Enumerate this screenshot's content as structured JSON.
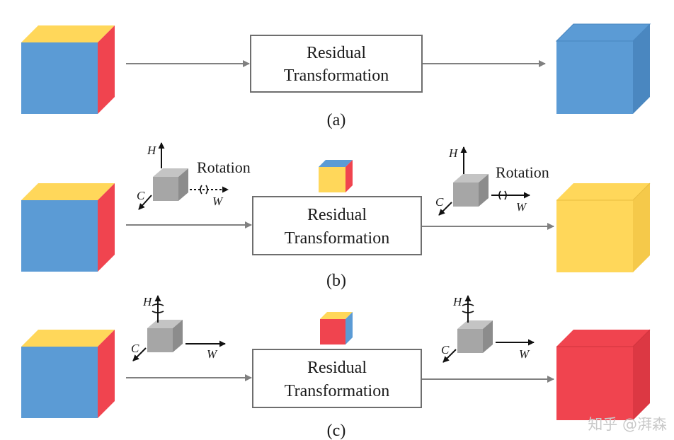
{
  "colors": {
    "blue": "#5b9bd5",
    "red": "#f0444f",
    "yellow": "#ffd75a",
    "gray": "#a6a6a6",
    "arrow": "#808080",
    "box_border": "#6e6e6e"
  },
  "rows": [
    {
      "caption": "(a)",
      "box_line1": "Residual",
      "box_line2": "Transformation",
      "output_color": "blue"
    },
    {
      "caption": "(b)",
      "box_line1": "Residual",
      "box_line2": "Transformation",
      "rotation_label_left": "Rotation",
      "rotation_label_right": "Rotation",
      "axis_h": "H",
      "axis_c": "C",
      "axis_w": "W",
      "small_cube": "yellow-front",
      "output_color": "yellow"
    },
    {
      "caption": "(c)",
      "box_line1": "Residual",
      "box_line2": "Transformation",
      "axis_h": "H",
      "axis_c": "C",
      "axis_w": "W",
      "small_cube": "red-front",
      "output_color": "red"
    }
  ],
  "watermark": "知乎 @湃森"
}
